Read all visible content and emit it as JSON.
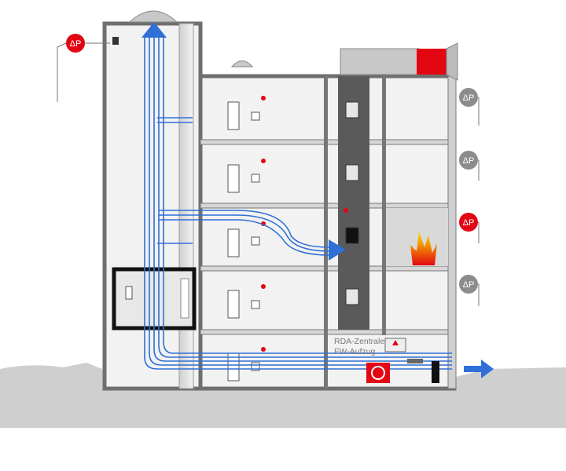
{
  "pressure_sensors": [
    {
      "label": "ΔP",
      "state": "alarm"
    },
    {
      "label": "ΔP",
      "state": "normal"
    },
    {
      "label": "ΔP",
      "state": "normal"
    },
    {
      "label": "ΔP",
      "state": "alarm"
    },
    {
      "label": "ΔP",
      "state": "normal"
    }
  ],
  "control_room": {
    "line1": "RDA-Zentrale",
    "line2": "FW-Aufzug"
  },
  "colors": {
    "alarm": "#e30613",
    "normal": "#8c8c8c",
    "airflow": "#2f6fd6",
    "wall": "#7a7a7a",
    "ground": "#cfcfcf",
    "room": "#f2f2f2",
    "fire": "#f39200"
  }
}
